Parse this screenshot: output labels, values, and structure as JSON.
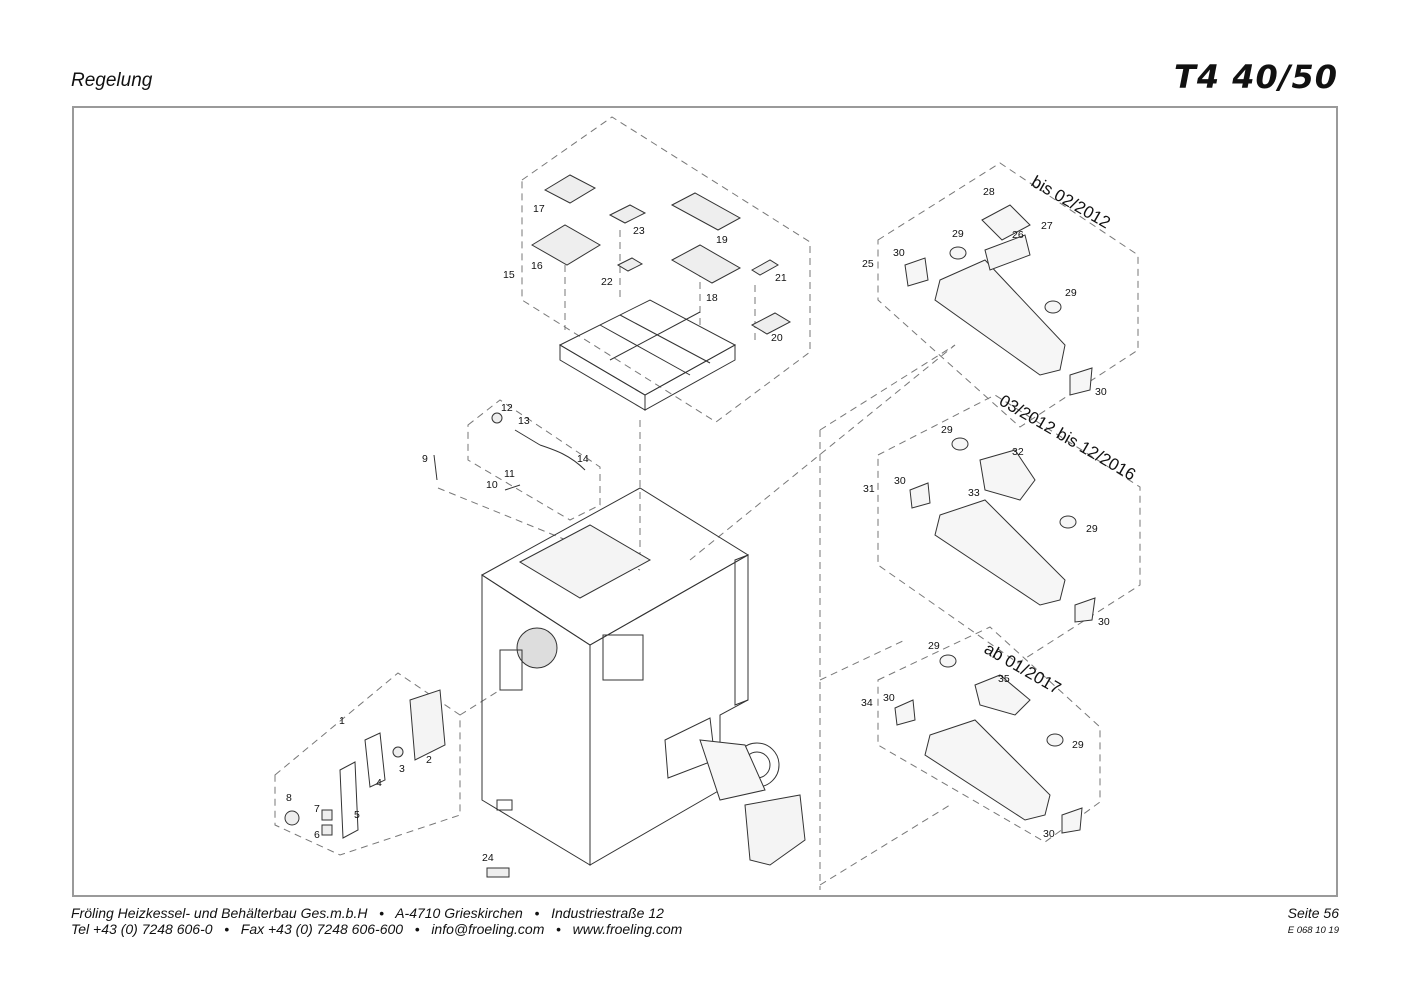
{
  "header": {
    "section": "Regelung",
    "model": "T4 40/50"
  },
  "drawing": {
    "part_numbers": [
      "1",
      "2",
      "3",
      "4",
      "5",
      "6",
      "7",
      "8",
      "9",
      "10",
      "11",
      "12",
      "13",
      "14",
      "15",
      "16",
      "17",
      "18",
      "19",
      "20",
      "21",
      "22",
      "23",
      "24",
      "25",
      "26",
      "27",
      "28",
      "29",
      "29",
      "29",
      "29",
      "29",
      "29",
      "30",
      "30",
      "30",
      "30",
      "30",
      "30",
      "31",
      "32",
      "33",
      "34",
      "35"
    ],
    "variant_labels": [
      "bis 02/2012",
      "03/2012 bis 12/2016",
      "ab 01/2017"
    ]
  },
  "footer": {
    "company": "Fröling Heizkessel- und Behälterbau Ges.m.b.H",
    "address_city": "A-4710 Grieskirchen",
    "address_street": "Industriestraße 12",
    "phone": "Tel +43 (0) 7248 606-0",
    "fax": "Fax +43 (0) 7248 606-600",
    "email": "info@froeling.com",
    "web": "www.froeling.com",
    "page": "Seite 56",
    "doc_code": "E 068 10 19",
    "separator": "•"
  }
}
